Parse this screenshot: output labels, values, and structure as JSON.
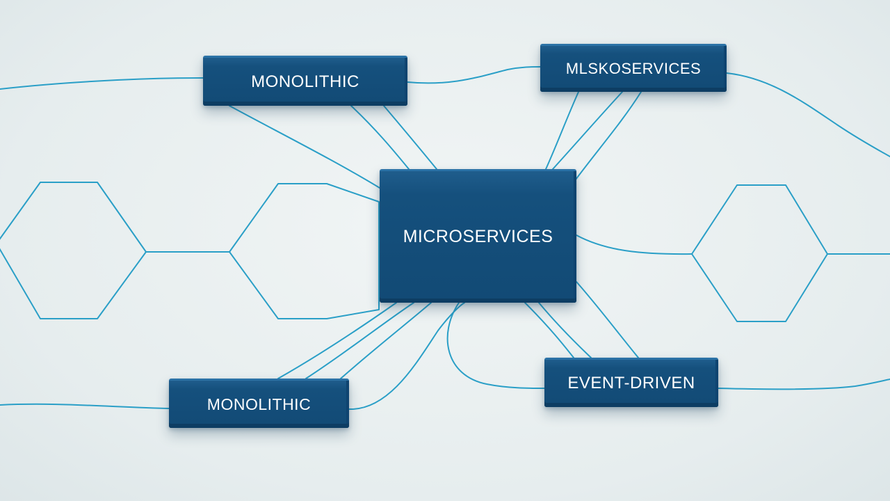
{
  "diagram": {
    "nodes": [
      {
        "id": "top-left",
        "label": "MONOLITHIC"
      },
      {
        "id": "top-right",
        "label": "MLSKOSERVICES"
      },
      {
        "id": "center",
        "label": "MICROSERVICES"
      },
      {
        "id": "bottom-left",
        "label": "MONOLITHIC"
      },
      {
        "id": "bottom-right",
        "label": "EVENT-DRIVEN"
      }
    ],
    "line_color": "#2a9fc7",
    "block_color": "#15507d",
    "background_color": "#e9eff0"
  }
}
